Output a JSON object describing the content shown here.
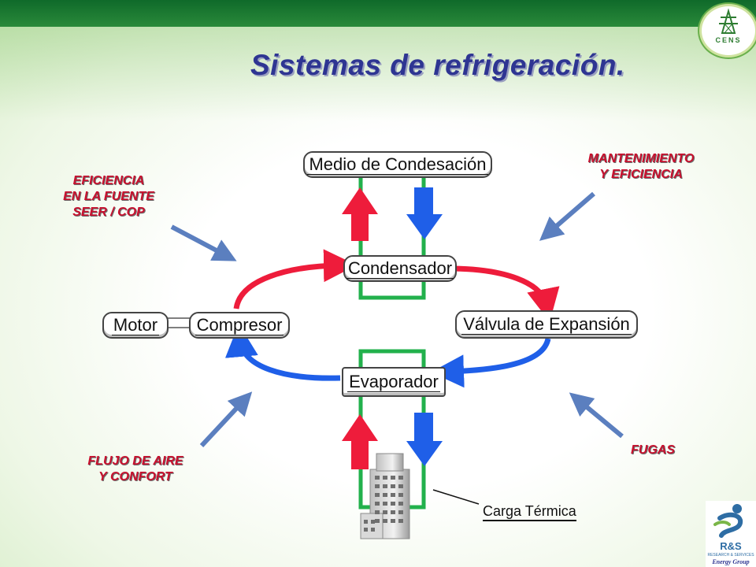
{
  "title": "Sistemas de refrigeración.",
  "boxes": {
    "medio": "Medio de Condesación",
    "condensador": "Condensador",
    "valvula": "Válvula de Expansión",
    "evaporador": "Evaporador",
    "compresor": "Compresor",
    "motor": "Motor"
  },
  "labels": {
    "eficiencia": [
      "EFICIENCIA",
      "EN LA FUENTE",
      "SEER / COP"
    ],
    "mantenimiento": [
      "MANTENIMIENTO",
      "Y EFICIENCIA"
    ],
    "flujo": [
      "FLUJO DE AIRE",
      "Y CONFORT"
    ],
    "fugas": "FUGAS"
  },
  "carga": "Carga Térmica",
  "logos": {
    "cens": "CENS",
    "rs_name": "R&S",
    "rs_sub": "RESEARCH & SERVICES",
    "rs_group": "Energy Group"
  },
  "colors": {
    "hot": "#ee1c3b",
    "cold": "#1f5fe8",
    "pipe": "#22b14c",
    "pointer": "#5b7fbf",
    "title": "#2e3592",
    "label": "#c8102e"
  }
}
